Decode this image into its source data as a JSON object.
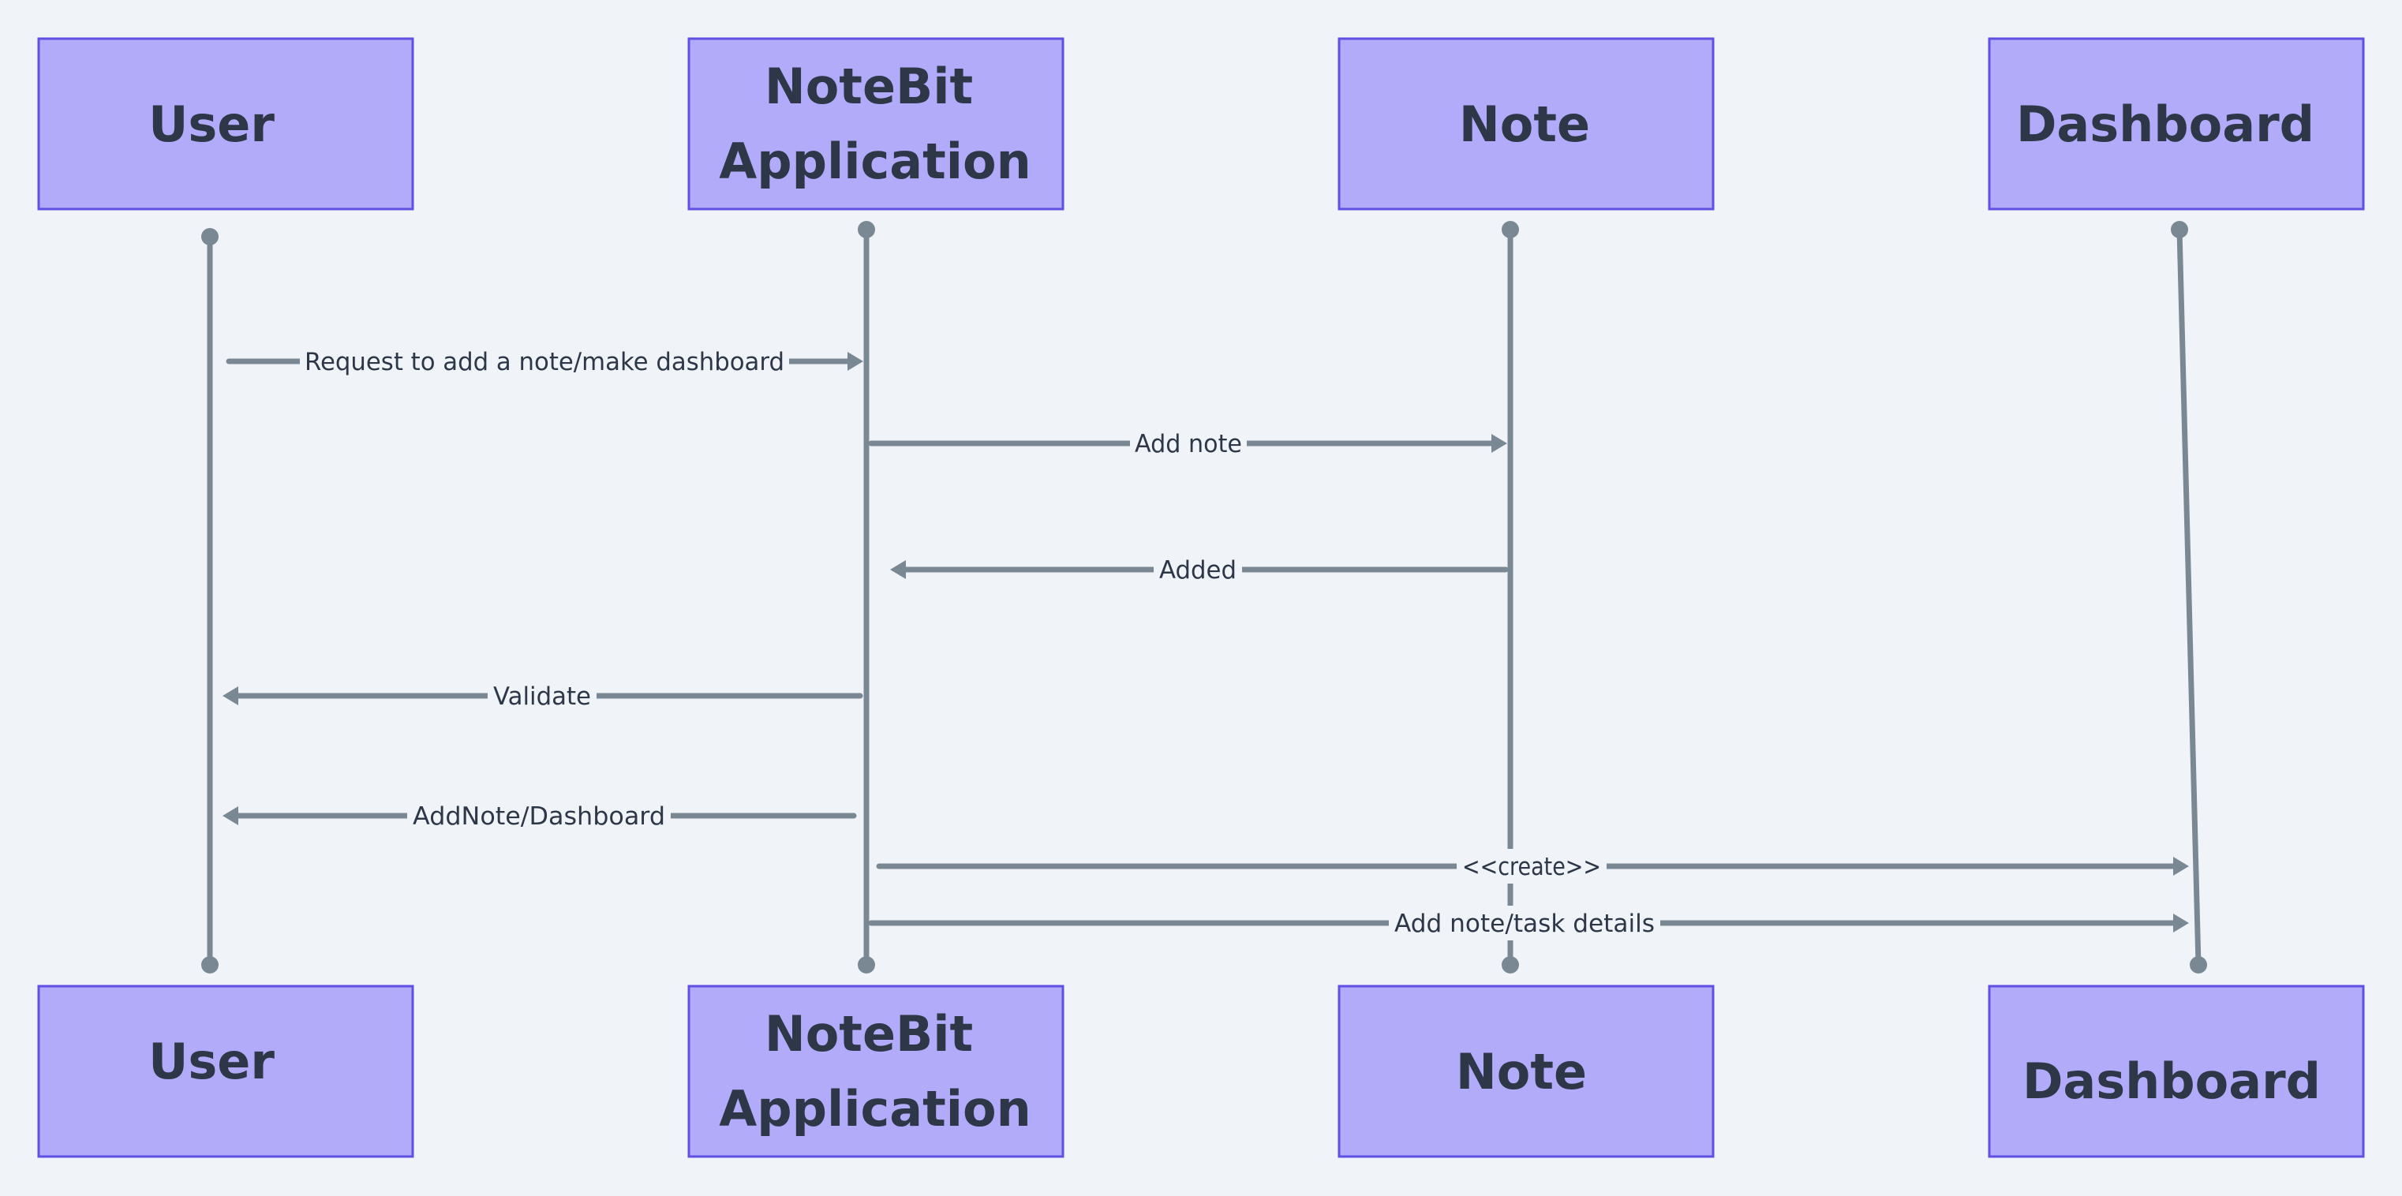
{
  "participants": [
    {
      "id": "user",
      "label": [
        "User"
      ]
    },
    {
      "id": "app",
      "label": [
        "NoteBit",
        "Application"
      ]
    },
    {
      "id": "note",
      "label": [
        "Note"
      ]
    },
    {
      "id": "dashboard",
      "label": [
        "Dashboard"
      ]
    }
  ],
  "messages": [
    {
      "from": "user",
      "to": "app",
      "label": "Request to add a note/make dashboard"
    },
    {
      "from": "app",
      "to": "note",
      "label": "Add note"
    },
    {
      "from": "note",
      "to": "app",
      "label": "Added"
    },
    {
      "from": "app",
      "to": "user",
      "label": "Validate"
    },
    {
      "from": "app",
      "to": "user",
      "label": "AddNote/Dashboard"
    },
    {
      "from": "app",
      "to": "dashboard",
      "label": "<<create>>"
    },
    {
      "from": "app",
      "to": "dashboard",
      "label": "Add note/task details"
    }
  ],
  "colors": {
    "background": "#f0f4f8",
    "box_fill": "#b2abf9",
    "box_border": "#5f4fe3",
    "line": "#7a8894",
    "text": "#2d3748"
  }
}
